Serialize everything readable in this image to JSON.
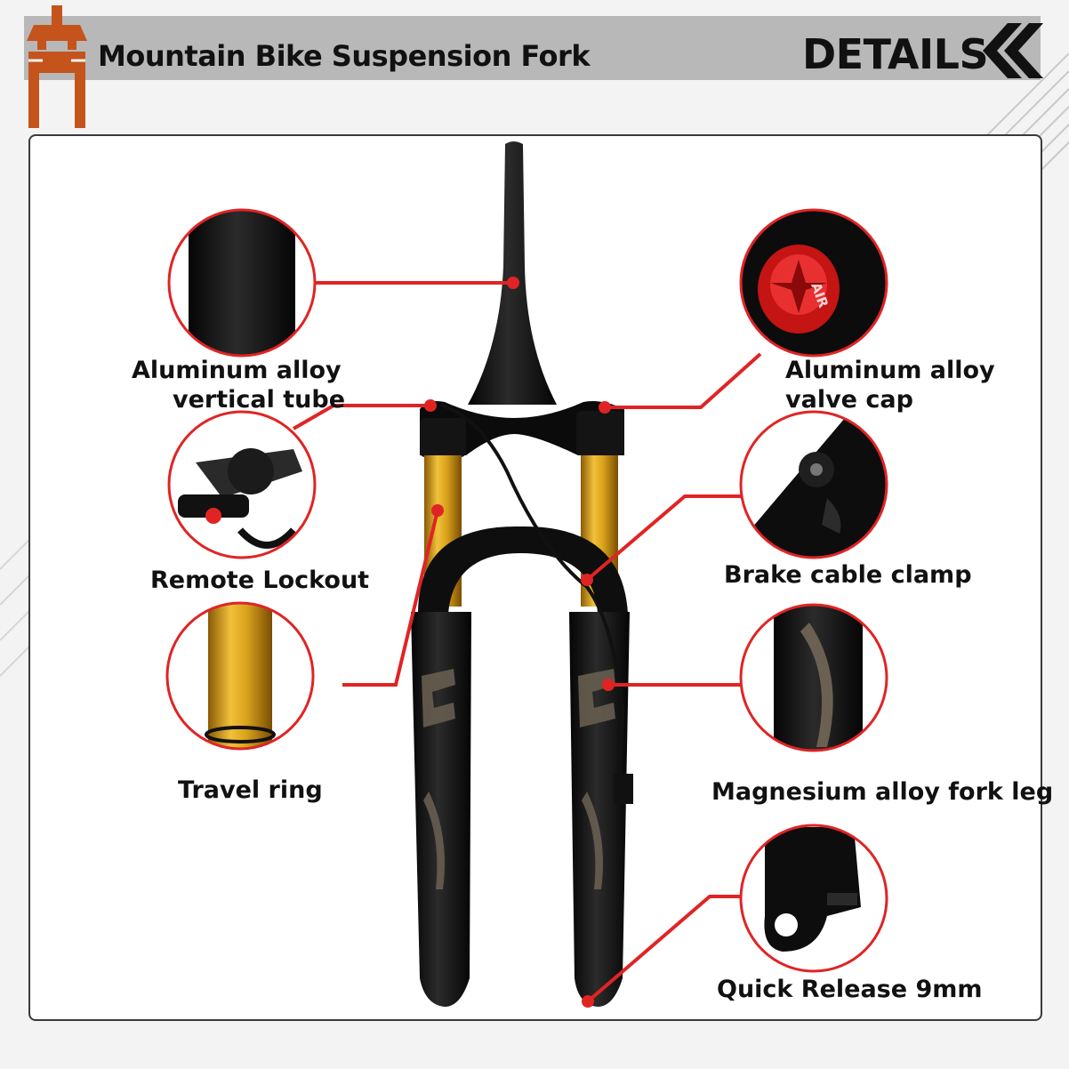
{
  "header": {
    "title": "Mountain Bike Suspension Fork",
    "details": "DETAILS",
    "logo_icon": "fork-logo-icon",
    "chevron_icon": "double-chevron-left-icon"
  },
  "colors": {
    "header_bar": "#b8b8b8",
    "accent_red": "#e02424",
    "logo_orange": "#c4541c",
    "stanchion_gold": "#d9a21b",
    "fork_black": "#111111"
  },
  "callouts": [
    {
      "id": "vertical-tube",
      "line1": "Aluminum alloy",
      "line2": "vertical tube"
    },
    {
      "id": "valve-cap",
      "line1": "Aluminum alloy",
      "line2": "valve cap",
      "cap_text": "AIR"
    },
    {
      "id": "remote-lockout",
      "line1": "Remote Lockout",
      "line2": ""
    },
    {
      "id": "brake-cable-clamp",
      "line1": "Brake cable clamp",
      "line2": ""
    },
    {
      "id": "travel-ring",
      "line1": "Travel ring",
      "line2": ""
    },
    {
      "id": "fork-leg",
      "line1": "Magnesium alloy fork leg",
      "line2": ""
    },
    {
      "id": "quick-release",
      "line1": "Quick Release 9mm",
      "line2": ""
    }
  ]
}
